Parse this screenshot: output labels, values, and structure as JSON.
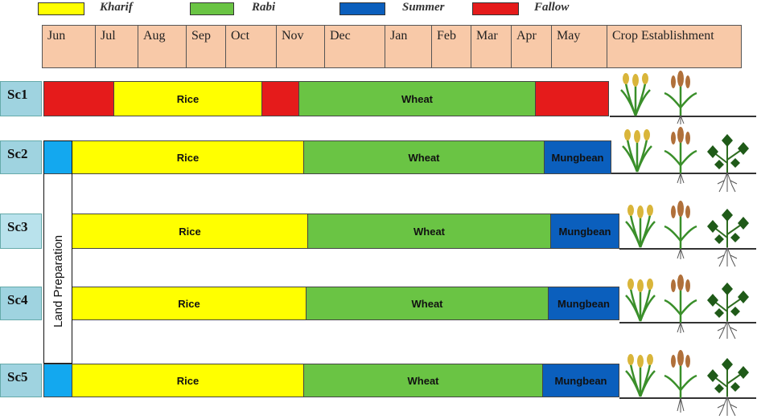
{
  "legend": [
    {
      "label": "Kharif",
      "color": "#ffff00"
    },
    {
      "label": "Rabi",
      "color": "#6ac444"
    },
    {
      "label": "Summer",
      "color": "#0b5fbd"
    },
    {
      "label": "Fallow",
      "color": "#e51b1b"
    }
  ],
  "months": [
    "Jun",
    "Jul",
    "Aug",
    "Sep",
    "Oct",
    "Nov",
    "Dec",
    "Jan",
    "Feb",
    "Mar",
    "Apr",
    "May"
  ],
  "crop_establishment_label": "Crop Establishment",
  "scenarios": [
    {
      "label": "Sc1",
      "segments": [
        {
          "text": "",
          "color": "#e51b1b"
        },
        {
          "text": "Rice",
          "color": "#ffff00"
        },
        {
          "text": "",
          "color": "#e51b1b"
        },
        {
          "text": "Wheat",
          "color": "#6ac444"
        },
        {
          "text": "",
          "color": "#e51b1b"
        }
      ]
    },
    {
      "label": "Sc2",
      "segments": [
        {
          "text": "",
          "color": "#13a8ef"
        },
        {
          "text": "Rice",
          "color": "#ffff00"
        },
        {
          "text": "Wheat",
          "color": "#6ac444"
        },
        {
          "text": "Mungbean",
          "color": "#0b5fbd"
        }
      ]
    },
    {
      "label": "Sc3",
      "segments": [
        {
          "text": "Rice",
          "color": "#ffff00"
        },
        {
          "text": "Wheat",
          "color": "#6ac444"
        },
        {
          "text": "Mungbean",
          "color": "#0b5fbd"
        }
      ]
    },
    {
      "label": "Sc4",
      "segments": [
        {
          "text": "Rice",
          "color": "#ffff00"
        },
        {
          "text": "Wheat",
          "color": "#6ac444"
        },
        {
          "text": "Mungbean",
          "color": "#0b5fbd"
        }
      ]
    },
    {
      "label": "Sc5",
      "segments": [
        {
          "text": "",
          "color": "#13a8ef"
        },
        {
          "text": "Rice",
          "color": "#ffff00"
        },
        {
          "text": "Wheat",
          "color": "#6ac444"
        },
        {
          "text": "Mungbean",
          "color": "#0b5fbd"
        }
      ]
    }
  ],
  "land_preparation_label": "Land Preparation",
  "icons": [
    "rice-plant-icon",
    "wheat-plant-icon",
    "mungbean-plant-icon"
  ]
}
